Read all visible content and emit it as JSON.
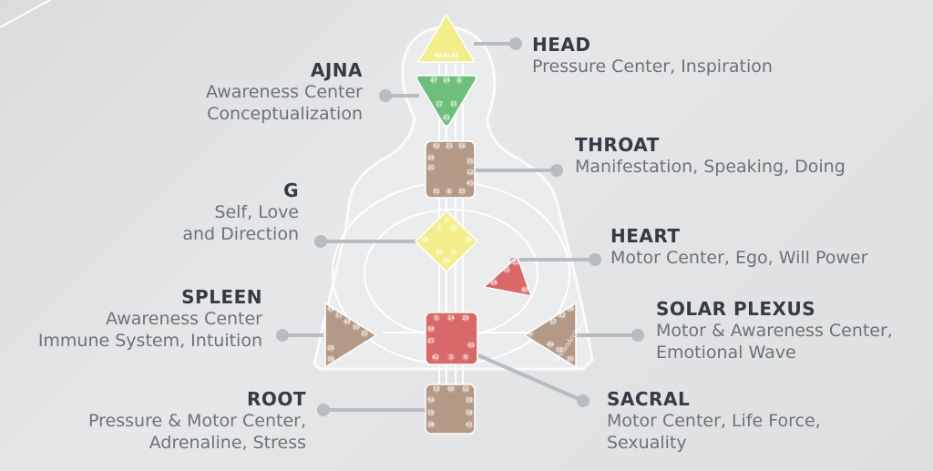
{
  "centers": {
    "head": {
      "name": "HEAD",
      "desc": [
        "Pressure Center, Inspiration"
      ],
      "color": "#f2ee8a",
      "gates": [
        "64",
        "61",
        "63"
      ]
    },
    "ajna": {
      "name": "AJNA",
      "desc": [
        "Awareness Center",
        "Conceptualization"
      ],
      "color": "#6fbf7c",
      "gates": [
        "47",
        "24",
        "4",
        "17",
        "11",
        "43"
      ]
    },
    "throat": {
      "name": "THROAT",
      "desc": [
        "Manifestation, Speaking, Doing"
      ],
      "color": "#b49a86",
      "gates": [
        "62",
        "23",
        "56",
        "16",
        "20",
        "35",
        "12",
        "45",
        "31",
        "8",
        "33"
      ]
    },
    "g": {
      "name": "G",
      "desc": [
        "Self, Love",
        "and Direction"
      ],
      "color": "#f2ee8a",
      "gates": [
        "1",
        "7",
        "13",
        "10",
        "25",
        "15",
        "2",
        "46"
      ]
    },
    "heart": {
      "name": "HEART",
      "desc": [
        "Motor Center, Ego, Will Power"
      ],
      "color": "#d96868",
      "gates": [
        "21",
        "51",
        "26",
        "40"
      ]
    },
    "spleen": {
      "name": "SPLEEN",
      "desc": [
        "Awareness Center",
        "Immune System, Intuition"
      ],
      "color": "#b49a86",
      "gates": [
        "48",
        "57",
        "44",
        "50",
        "32",
        "28",
        "18"
      ]
    },
    "solar": {
      "name": "SOLAR PLEXUS",
      "desc": [
        "Motor & Awareness Center,",
        "Emotional Wave"
      ],
      "color": "#b49a86",
      "gates": [
        "36",
        "22",
        "37",
        "6",
        "49",
        "55",
        "30"
      ]
    },
    "sacral": {
      "name": "SACRAL",
      "desc": [
        "Motor Center, Life Force,",
        "Sexuality"
      ],
      "color": "#d96868",
      "gates": [
        "5",
        "14",
        "29",
        "34",
        "27",
        "59",
        "42",
        "3",
        "9"
      ]
    },
    "root": {
      "name": "ROOT",
      "desc": [
        "Pressure & Motor Center,",
        "Adrenaline, Stress"
      ],
      "color": "#b49a86",
      "gates": [
        "53",
        "60",
        "52",
        "54",
        "19",
        "38",
        "39",
        "58",
        "41"
      ]
    }
  },
  "line_color": "#b7bcc0",
  "watermark": "JovianArchive"
}
